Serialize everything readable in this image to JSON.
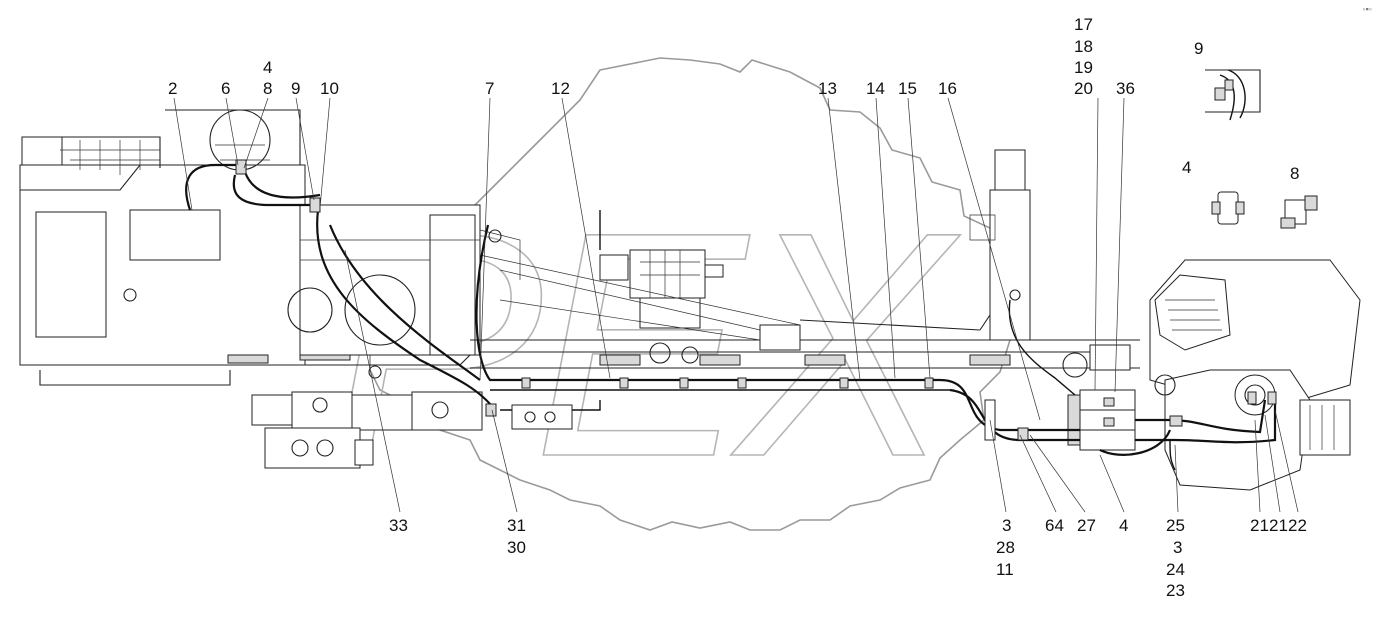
{
  "diagram": {
    "watermark": "PEX",
    "corner_mark": "◦▪◦",
    "callouts": {
      "c2": "2",
      "c6": "6",
      "c4a": "4",
      "c8a": "8",
      "c9a": "9",
      "c10": "10",
      "c7": "7",
      "c12": "12",
      "c13": "13",
      "c14": "14",
      "c15": "15",
      "c16": "16",
      "c17": "17",
      "c18": "18",
      "c19": "19",
      "c20": "20",
      "c36": "36",
      "c9b": "9",
      "c4b": "4",
      "c8b": "8",
      "c33": "33",
      "c31": "31",
      "c30": "30",
      "c3a": "3",
      "c28": "28",
      "c11": "11",
      "c64": "64",
      "c27": "27",
      "c4c": "4",
      "c25": "25",
      "c3b": "3",
      "c24": "24",
      "c23": "23",
      "c21a": "21",
      "c21b": "21",
      "c22": "22"
    }
  }
}
